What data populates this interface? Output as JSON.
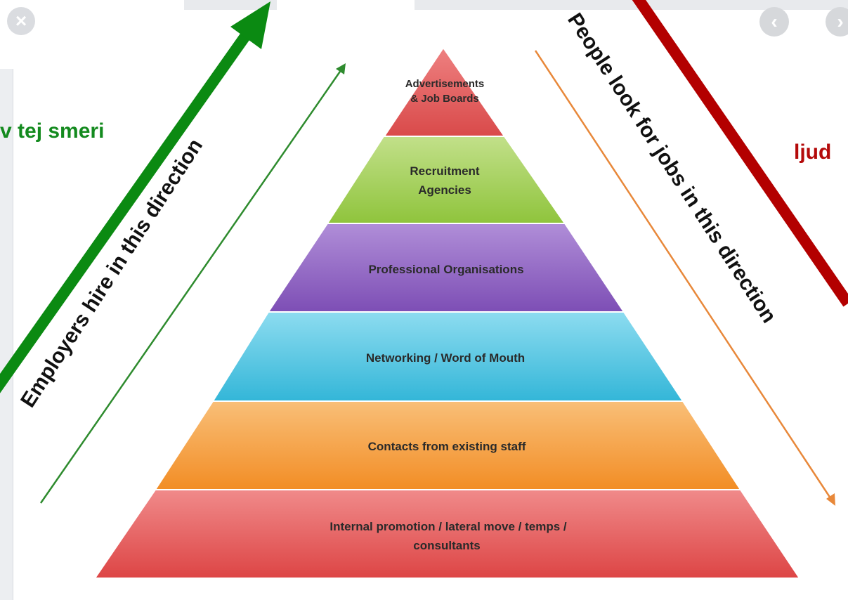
{
  "viewer": {
    "close_icon": "close-icon",
    "prev_icon": "chevron-left-icon",
    "next_icon": "chevron-right-icon"
  },
  "pyramid": {
    "levels": [
      {
        "lines": [
          "Advertisements",
          "& Job Boards"
        ],
        "color": "#e05a5a"
      },
      {
        "lines": [
          "Recruitment",
          "Agencies"
        ],
        "color": "#a3cf55"
      },
      {
        "lines": [
          "Professional Organisations"
        ],
        "color": "#8d60c0"
      },
      {
        "lines": [
          "Networking / Word of Mouth"
        ],
        "color": "#4fc4e0"
      },
      {
        "lines": [
          "Contacts from existing staff"
        ],
        "color": "#f59b3a"
      },
      {
        "lines": [
          "Internal promotion / lateral move / temps /",
          "consultants"
        ],
        "color": "#e35656"
      }
    ]
  },
  "annotations": {
    "left_caption": "Employers hire in this direction",
    "right_caption": "People look for jobs in this direction",
    "left_overlay": "v tej smeri",
    "right_overlay": "ljud"
  },
  "colors": {
    "green_arrow": "#0b8a12",
    "red_line": "#b30000",
    "thin_green": "#2e8b2e",
    "thin_orange": "#e8883a"
  }
}
